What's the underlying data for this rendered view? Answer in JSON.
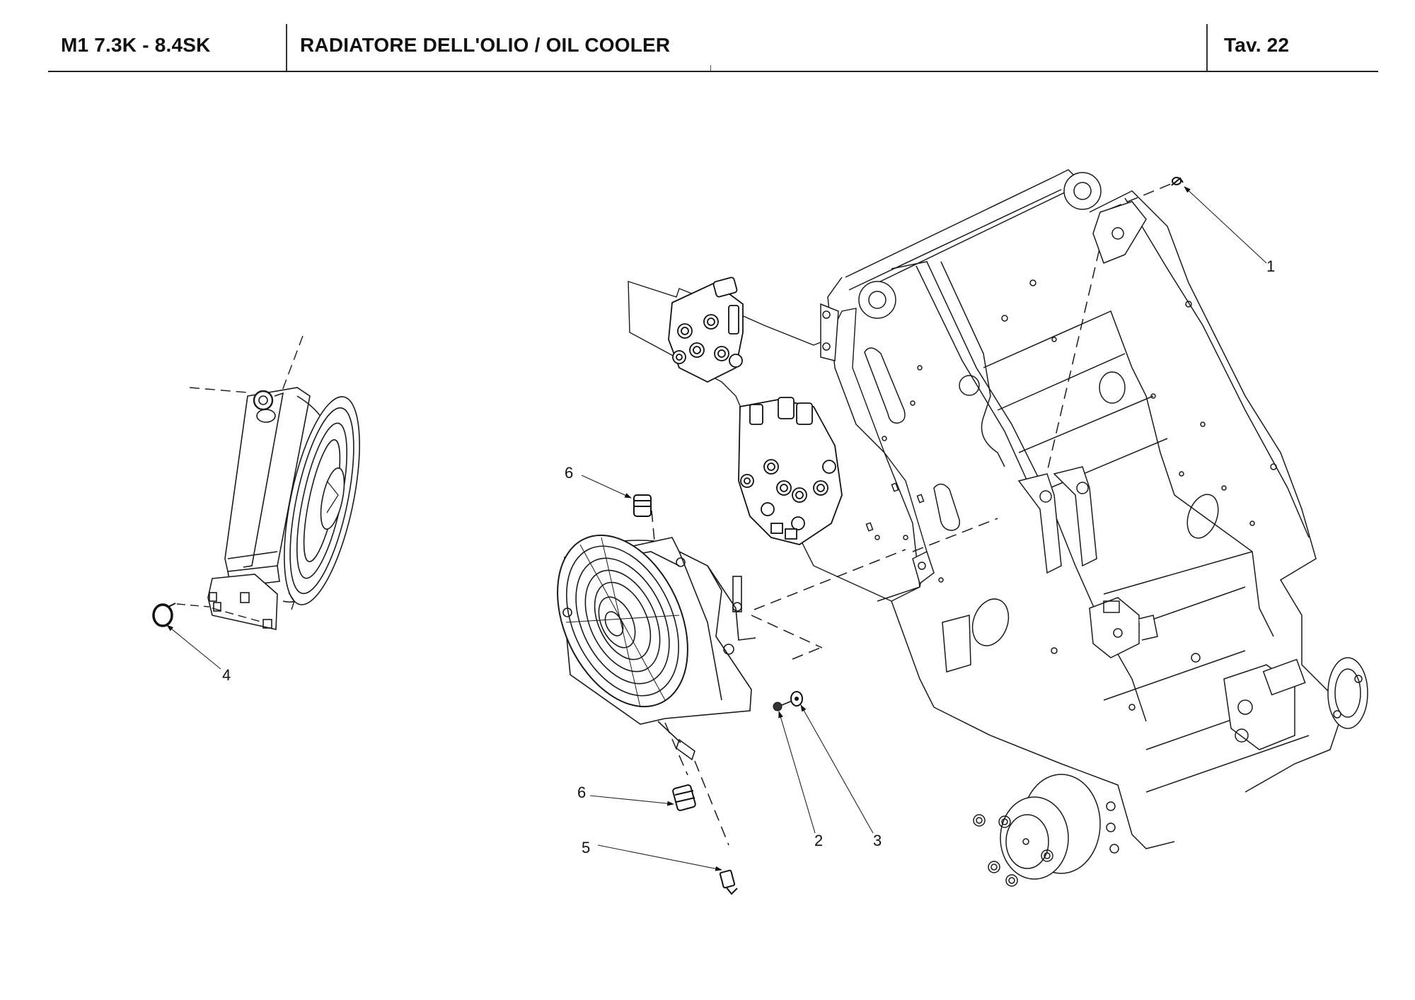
{
  "header": {
    "model": "M1 7.3K - 8.4SK",
    "title": "RADIATORE DELL'OLIO / OIL COOLER",
    "table_ref": "Tav.  22"
  },
  "callouts": [
    {
      "id": "1",
      "label": "1",
      "part": "screw"
    },
    {
      "id": "2",
      "label": "2",
      "part": "nut"
    },
    {
      "id": "3",
      "label": "3",
      "part": "washer"
    },
    {
      "id": "4",
      "label": "4",
      "part": "hose-clamp"
    },
    {
      "id": "5",
      "label": "5",
      "part": "thermostat-switch"
    },
    {
      "id": "6a",
      "label": "6",
      "part": "fitting-top"
    },
    {
      "id": "6b",
      "label": "6",
      "part": "fitting-bottom"
    }
  ],
  "colors": {
    "line": "#1a1a1a",
    "background": "#ffffff"
  }
}
